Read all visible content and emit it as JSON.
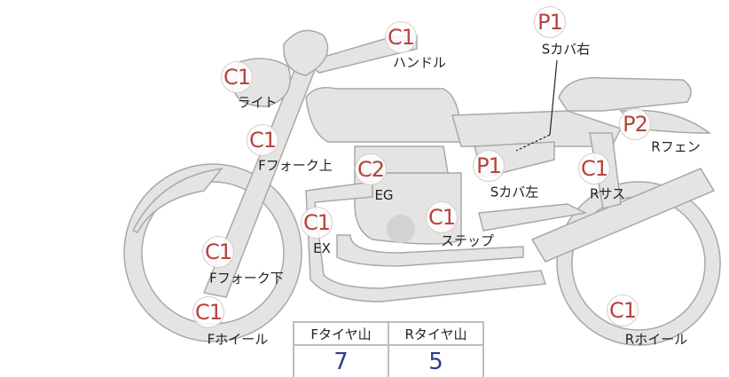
{
  "parts": [
    {
      "code": "P1",
      "label": "Sカバ右"
    },
    {
      "code": "C1",
      "label": "ハンドル"
    },
    {
      "code": "C1",
      "label": "ライト"
    },
    {
      "code": "P2",
      "label": "Rフェン"
    },
    {
      "code": "C1",
      "label": "Fフォーク上"
    },
    {
      "code": "C2",
      "label": "EG"
    },
    {
      "code": "P1",
      "label": "Sカバ左"
    },
    {
      "code": "C1",
      "label": "Rサス"
    },
    {
      "code": "C1",
      "label": "EX"
    },
    {
      "code": "C1",
      "label": "ステップ"
    },
    {
      "code": "C1",
      "label": "Fフォーク下"
    },
    {
      "code": "C1",
      "label": "Fホイール"
    },
    {
      "code": "C1",
      "label": "Rホイール"
    }
  ],
  "tire": {
    "front_label": "Fタイヤ山",
    "rear_label": "Rタイヤ山",
    "front_value": "7",
    "rear_value": "5"
  },
  "colors": {
    "badge_text": "#b6433d",
    "value_text": "#2d3e8c",
    "bike_fill": "#e4e4e2"
  }
}
